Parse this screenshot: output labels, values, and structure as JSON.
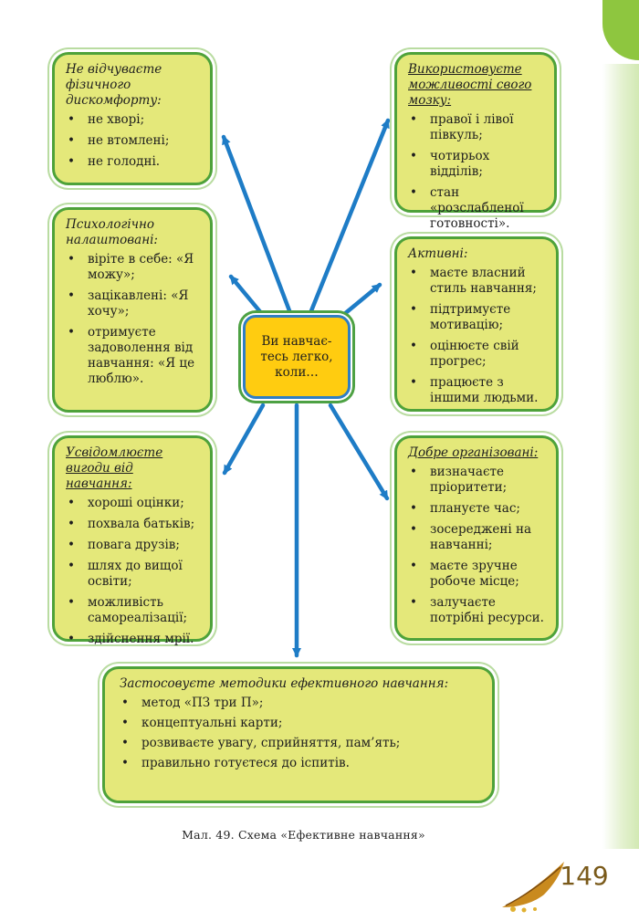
{
  "center": {
    "text": "Ви навчає-тесь легко, коли…"
  },
  "nodes": [
    {
      "id": "top-left",
      "title": "Не відчуваєте фізичного дискомфорту:",
      "items": [
        "не хворі;",
        "не втомлені;",
        "не голодні."
      ]
    },
    {
      "id": "top-right",
      "title": "Використовуєте можливості свого мозку:",
      "items": [
        "правої і лівої півкуль;",
        "чотирьох відділів;",
        "стан «розслабленої готовності»."
      ]
    },
    {
      "id": "middle-left",
      "title": "Психологічно налаштовані:",
      "items": [
        "віріте в себе: «Я можу»;",
        "зацікавлені: «Я хочу»;",
        "отримуєте задоволення від навчання: «Я це люблю»."
      ]
    },
    {
      "id": "middle-right",
      "title": "Активні:",
      "items": [
        "маєте власний стиль навчання;",
        "підтримуєте мотивацію;",
        "оцінюєте свій прогрес;",
        "працюєте з іншими людьми."
      ]
    },
    {
      "id": "bottom-left",
      "title": "Усвідомлюєте вигоди від навчання:",
      "items": [
        "хороші оцінки;",
        "похвала батьків;",
        "повага друзів;",
        "шлях до вищої освіти;",
        "можливість самореалізації;",
        "здійснення мрії."
      ]
    },
    {
      "id": "bottom-right",
      "title": "Добре організовані:",
      "items": [
        "визначаєте пріоритети;",
        "плануєте час;",
        "зосереджені на навчанні;",
        "маєте зручне робоче місце;",
        "залучаєте потрібні ресурси."
      ]
    },
    {
      "id": "bottom",
      "title": "Застосовуєте методики ефективного навчання:",
      "items": [
        "метод «ПЗ три П»;",
        "концептуальні карти;",
        "розвиваєте увагу, сприйняття, пам’ять;",
        "правильно готуєтеся до іспитів."
      ]
    }
  ],
  "caption": "Мал. 49. Схема «Ефективне навчання»",
  "page_number": "149",
  "colors": {
    "box_fill": "#e4e87a",
    "box_border": "#4ea23a",
    "center_fill": "#ffcc10",
    "center_border": "#2f7ec4",
    "arrow": "#1e7cc6",
    "tab_green": "#8ec63f"
  }
}
